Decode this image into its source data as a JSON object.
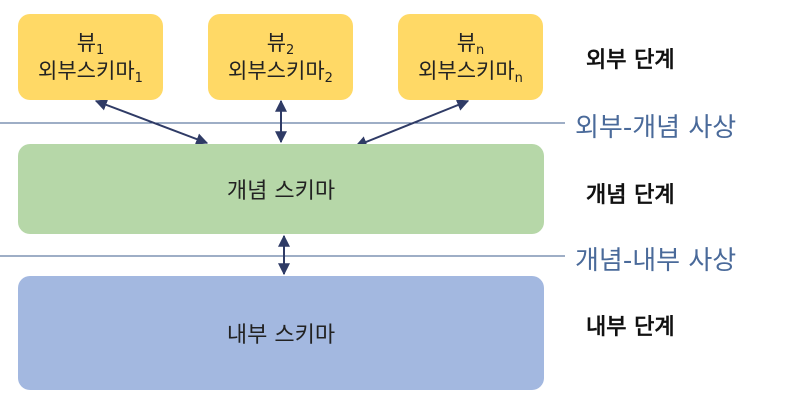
{
  "views": [
    {
      "title": "뷰",
      "title_sub": "1",
      "schema": "외부스키마",
      "schema_sub": "1"
    },
    {
      "title": "뷰",
      "title_sub": "2",
      "schema": "외부스키마",
      "schema_sub": "2"
    },
    {
      "title": "뷰",
      "title_sub": "n",
      "schema": "외부스키마",
      "schema_sub": "n"
    }
  ],
  "conceptual_schema": "개념 스키마",
  "internal_schema": "내부 스키마",
  "levels": {
    "external": "외부 단계",
    "conceptual": "개념 단계",
    "internal": "내부 단계"
  },
  "mappings": {
    "external_conceptual": "외부-개념 사상",
    "conceptual_internal": "개념-내부 사상"
  },
  "colors": {
    "view_fill": "#ffd966",
    "concept_fill": "#b6d7a8",
    "internal_fill": "#a3b8e0",
    "arrow": "#2f3b66",
    "mapping_line": "#3c5c8c",
    "mapping_text": "#4a6a9a"
  }
}
